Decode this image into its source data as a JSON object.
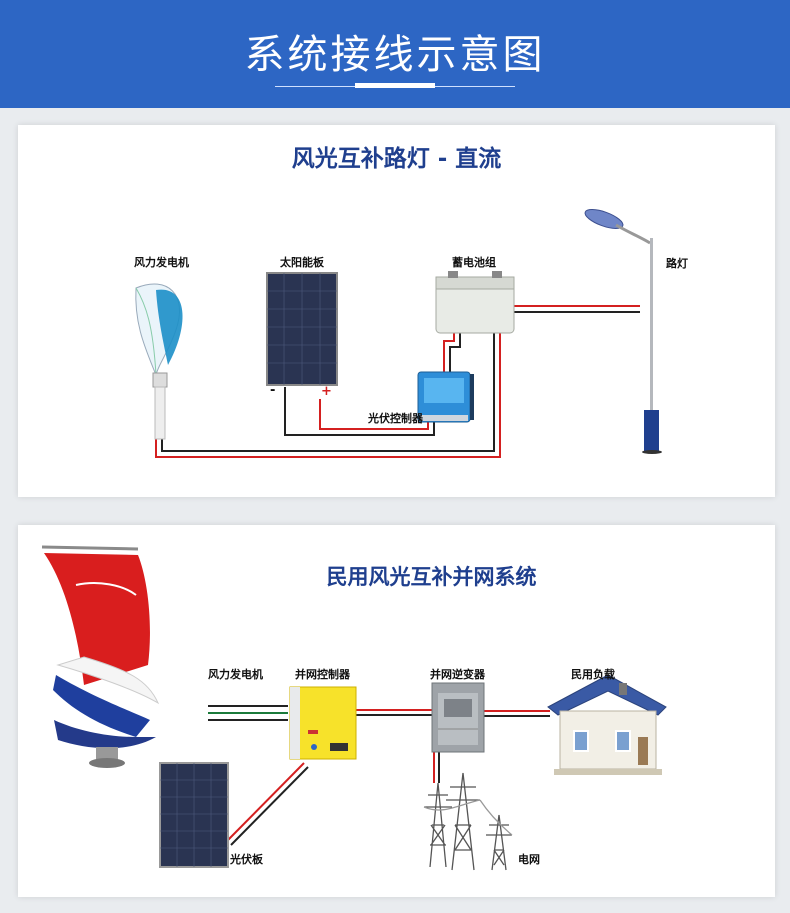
{
  "header": {
    "title": "系统接线示意图"
  },
  "section1": {
    "title": "风光互补路灯 - 直流",
    "labels": {
      "wind_turbine": "风力发电机",
      "solar_panel": "太阳能板",
      "battery": "蓄电池组",
      "controller": "光伏控制器",
      "street_lamp": "路灯",
      "minus": "-",
      "plus": "+"
    }
  },
  "section2": {
    "title": "民用风光互补并网系统",
    "labels": {
      "wind_turbine": "风力发电机",
      "grid_controller": "并网控制器",
      "grid_inverter": "并网逆变器",
      "household_load": "民用负载",
      "pv_panel": "光伏板",
      "grid": "电网"
    }
  },
  "colors": {
    "header_bg": "#2d66c4",
    "title_blue": "#1f3f8e",
    "wire_red": "#d42020",
    "wire_black": "#222222"
  }
}
